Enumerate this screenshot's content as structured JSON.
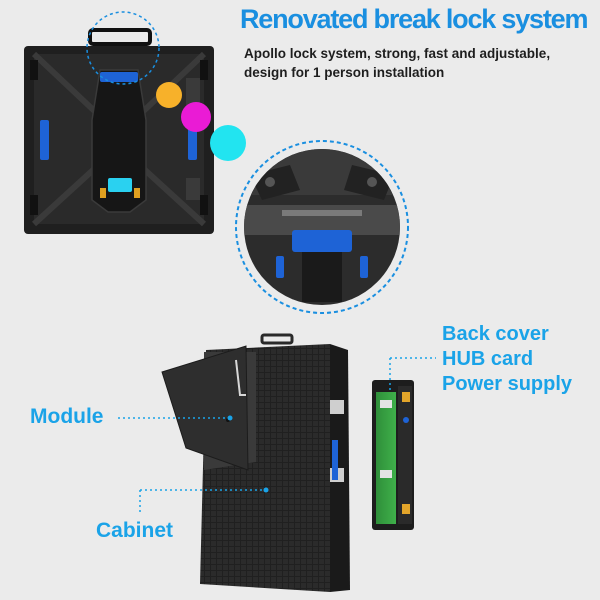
{
  "header": {
    "title": "Renovated break lock system",
    "subtitle_line1": "Apollo lock system, strong, fast and adjustable,",
    "subtitle_line2": "design for 1 person installation"
  },
  "labels": {
    "module": "Module",
    "cabinet": "Cabinet",
    "back_cover": "Back cover",
    "hub_card": "HUB card",
    "power_supply": "Power supply"
  },
  "colors": {
    "accent": "#1a8fe0",
    "label_blue": "#1aa3e8",
    "dot_orange": "#f7b12a",
    "dot_magenta": "#ea1bd5",
    "dot_cyan": "#22e4f0"
  }
}
